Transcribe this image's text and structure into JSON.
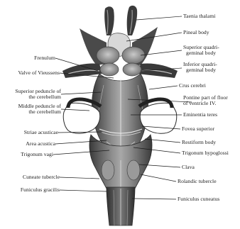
{
  "labels": {
    "taenia_thalami": "Taenia thalami",
    "pineal_body": "Pineal body",
    "superior_quadrigeminal_body_1": "Superior quadri-",
    "superior_quadrigeminal_body_2": "geminal body",
    "inferior_quadrigeminal_body_1": "Inferior quadri-",
    "inferior_quadrigeminal_body_2": "geminal body",
    "frenulum": "Frenulum",
    "valve_of_vieussens": "Valve of Vieussens",
    "crus_cerebri": "Crus cerebri",
    "superior_peduncle_1": "Superior peduncle of",
    "superior_peduncle_2": "the cerebellum",
    "pontine_part_1": "Pontine part of floor",
    "pontine_part_2": "of ventricle IV.",
    "middle_peduncle_1": "Middle peduncle of",
    "middle_peduncle_2": "the cerebellum",
    "eminentia_teres": "Eminentia teres",
    "fovea_superior": "Fovea superior",
    "striae_acusticae": "Striae acusticae",
    "restiform_body": "Restiform body",
    "area_acustica": "Area acustica",
    "trigonum_hypoglossi": "Trigonum hypoglossi",
    "trigonum_vagi": "Trigonum vagi",
    "clava": "Clava",
    "cuneate_tubercle": "Cuneate tubercle",
    "rolandic_tubercle": "Rolandic tubercle",
    "funiculus_gracilis": "Funiculus gracilis",
    "funiculus_cuneatus": "Funiculus cuneatus"
  },
  "colors": {
    "ink": "#1a1a1a",
    "dark": "#2b2b2b",
    "mid": "#6e6e6e",
    "light": "#b9b9b9",
    "paper": "#ffffff"
  }
}
